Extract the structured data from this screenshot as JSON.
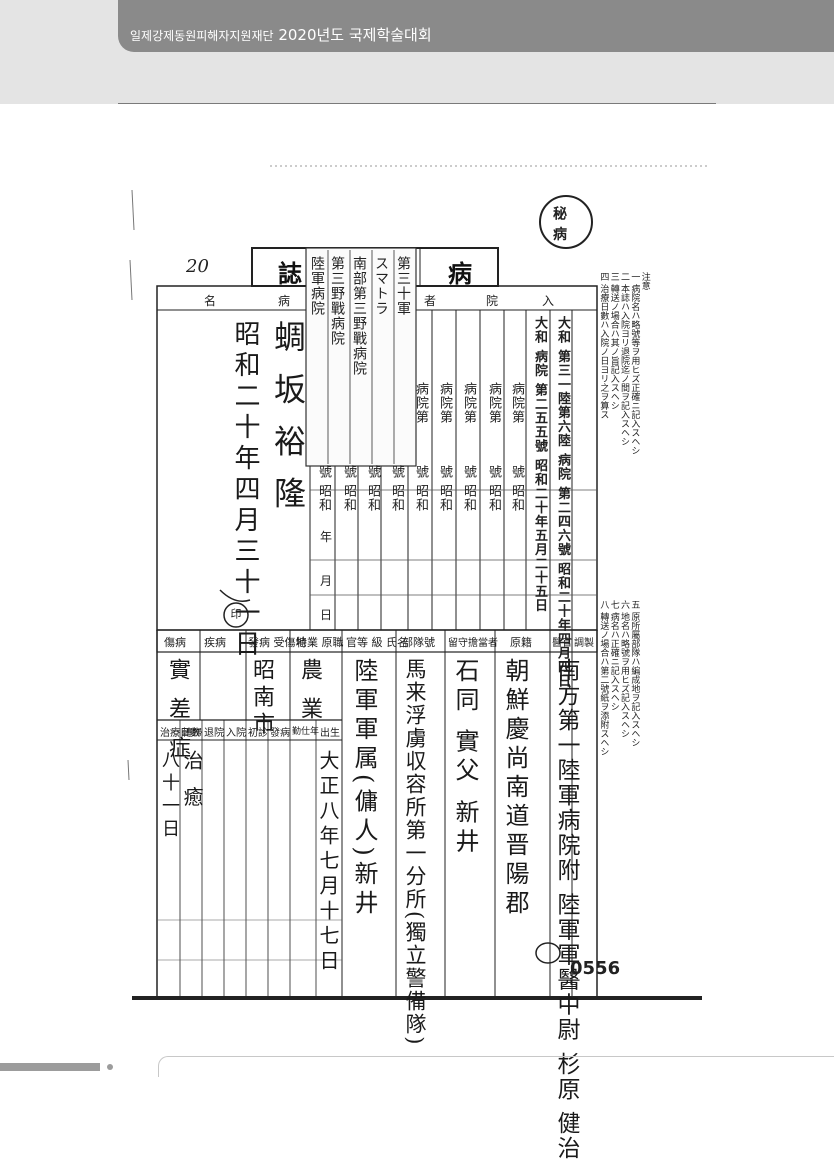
{
  "header": {
    "org": "일제강제동원피해자지원재단",
    "event": "2020년도 국제학술대회"
  },
  "document": {
    "title_left": "誌",
    "title_right": "病",
    "page_number": "0556",
    "margin_number": "20",
    "stamp_top": "秘 病",
    "patient_name": "蜩 坂 裕 隆",
    "name_seal": "印",
    "diagnosis_date": "昭和二十年四月三十一日",
    "header_row_top": [
      "名",
      "病",
      "者",
      "院",
      "入"
    ],
    "hospital_rows": [
      "大和 第三一陸第六陸 病院 第二四六號 昭和二十年四月四日",
      "大和 病院 第二五五號 昭和二十年五月二十五日"
    ],
    "blank_rows_label": "病院第",
    "blank_rows_suffix": "號 昭和",
    "units": [
      "年",
      "月",
      "日"
    ],
    "overlay_rows": [
      "第三十軍",
      "スマトラ",
      "南部第三野戰病院",
      "第三野戰病院",
      "陸軍病院"
    ],
    "mid_labels": [
      "傷病",
      "疾病",
      "發病 受傷地",
      "特業 原職",
      "官等 級 氏名",
      "部隊號",
      "留守擔當者",
      "原籍",
      "醫官",
      "調製"
    ],
    "mid_values": {
      "wound_kind": "實 差 症",
      "place": "昭南市",
      "occupation": "農 業",
      "rank_name": "陸軍軍属(傭人)新井",
      "unit": "馬来浮虜収容所第一分所(獨立警備隊)",
      "guardian": "石同 實父 新井",
      "origin": "朝鮮慶尚南道晋陽郡",
      "doctor": "南方第一陸軍病院附 陸軍軍醫中尉 杉原 健治"
    },
    "bottom_labels": [
      "出生",
      "勤仕年",
      "發病",
      "初診",
      "入院",
      "退院",
      "轉歸",
      "治療日數"
    ],
    "bottom_values": {
      "birth": "大正八年七月十七日",
      "outcome": "治 癒",
      "days": "八十一日"
    },
    "notes_right": [
      "注意",
      "一 病院名ハ略號等ヲ用ヒズ正確ニ記入スヘシ",
      "二 本誌ハ入院ヨリ退院迄ノ間ヲ記入スヘシ",
      "三 轉送ノ場合ハ其ノ旨記入スヘシ",
      "四 治療日數ハ入院ノ日ヨリ之ヲ算ス",
      "五 原所屬部隊ハ編成地ヲ記入スヘシ",
      "六 地名ハ略號ヲ用ヒズ記入スヘシ",
      "七 病名ハ正確ニ記入スヘシ",
      "八 轉送ノ場合ハ第二號紙ヲ添附スヘシ"
    ]
  }
}
